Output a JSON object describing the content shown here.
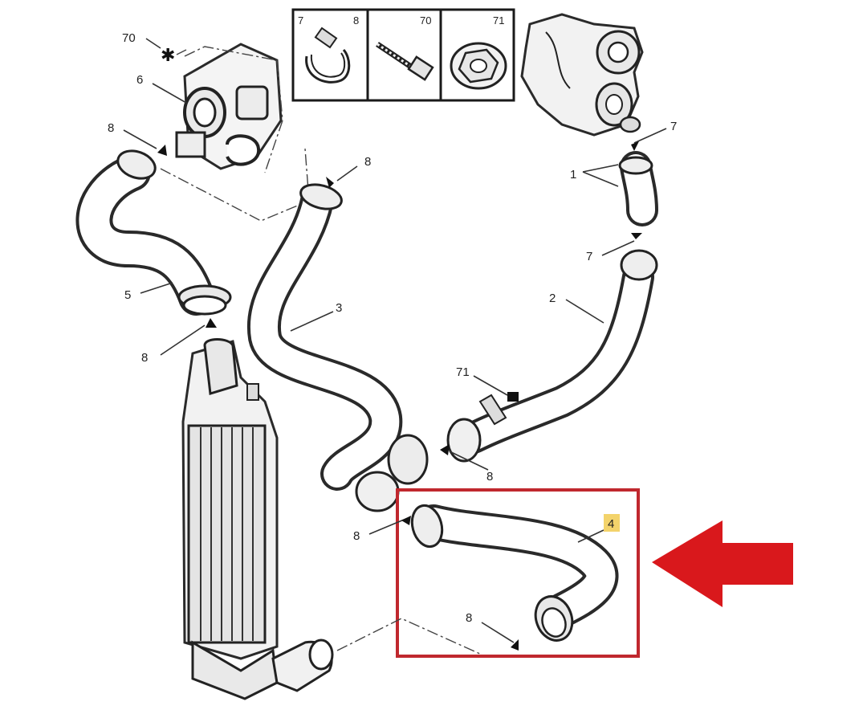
{
  "legend": {
    "cells": [
      {
        "label_a": "7",
        "label_b": "8"
      },
      {
        "label_a": "70",
        "label_b": ""
      },
      {
        "label_a": "71",
        "label_b": ""
      }
    ]
  },
  "labels": {
    "top_70": "70",
    "part_6": "6",
    "part_8_a": "8",
    "part_8_b": "8",
    "part_8_c": "8",
    "part_8_d": "8",
    "part_8_e": "8",
    "part_8_f": "8",
    "part_5": "5",
    "part_3": "3",
    "part_2": "2",
    "part_1": "1",
    "part_7_a": "7",
    "part_7_b": "7",
    "part_71": "71",
    "part_4": "4"
  },
  "colors": {
    "highlight_box": "#c0282e",
    "arrow": "#d9181c",
    "label_4_badge": "#f3d36b",
    "line_art": "#2a2a2a"
  }
}
